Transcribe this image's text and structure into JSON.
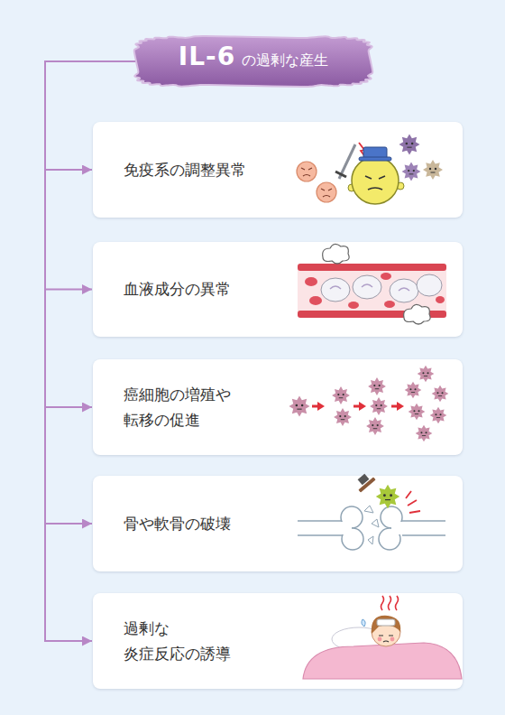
{
  "diagram": {
    "nodes": [
      {
        "text": [
          "IL-6",
          "の過剰な産生"
        ]
      },
      {
        "text": [
          "免疫系の調整異常"
        ]
      },
      {
        "text": [
          "血液成分の異常"
        ]
      },
      {
        "text": [
          "癌細胞の増殖や 転移の促進"
        ]
      },
      {
        "text": [
          "骨や軟骨の破壊"
        ]
      },
      {
        "text": [
          "過剰な 炎症反応の誘導"
        ]
      }
    ],
    "edges": [
      {
        "from": 0,
        "to": 1,
        "arrow": "to"
      },
      {
        "from": 0,
        "to": 2,
        "arrow": "to"
      },
      {
        "from": 0,
        "to": 3,
        "arrow": "to"
      },
      {
        "from": 0,
        "to": 4,
        "arrow": "to"
      },
      {
        "from": 0,
        "to": 5,
        "arrow": "to"
      }
    ]
  }
}
